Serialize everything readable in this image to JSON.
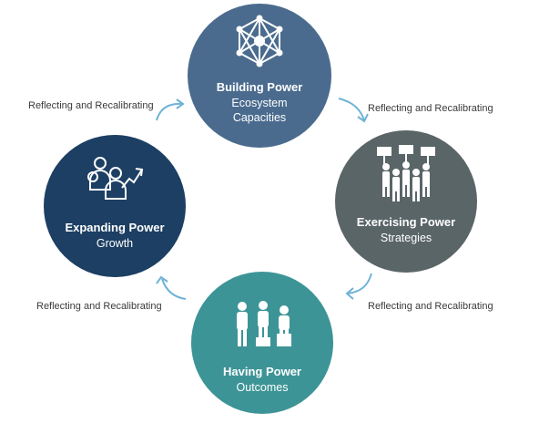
{
  "nodes": {
    "top": {
      "title": "Building Power",
      "lines": [
        "Ecosystem",
        "Capacities"
      ],
      "icon": "network-hexagon-icon",
      "color": "#4a6b8e"
    },
    "right": {
      "title": "Exercising Power",
      "lines": [
        "Strategies"
      ],
      "icon": "protest-crowd-icon",
      "color": "#5a6568"
    },
    "bottom": {
      "title": "Having Power",
      "lines": [
        "Outcomes"
      ],
      "icon": "people-on-podium-icon",
      "color": "#3d9496"
    },
    "left": {
      "title": "Expanding Power",
      "lines": [
        "Growth"
      ],
      "icon": "group-growth-arrow-icon",
      "color": "#1c3f63"
    }
  },
  "connectors": {
    "top_left": "Reflecting and Recalibrating",
    "top_right": "Reflecting and Recalibrating",
    "bottom_right": "Reflecting and Recalibrating",
    "bottom_left": "Reflecting and Recalibrating"
  },
  "arrow_color": "#6fb3d6"
}
